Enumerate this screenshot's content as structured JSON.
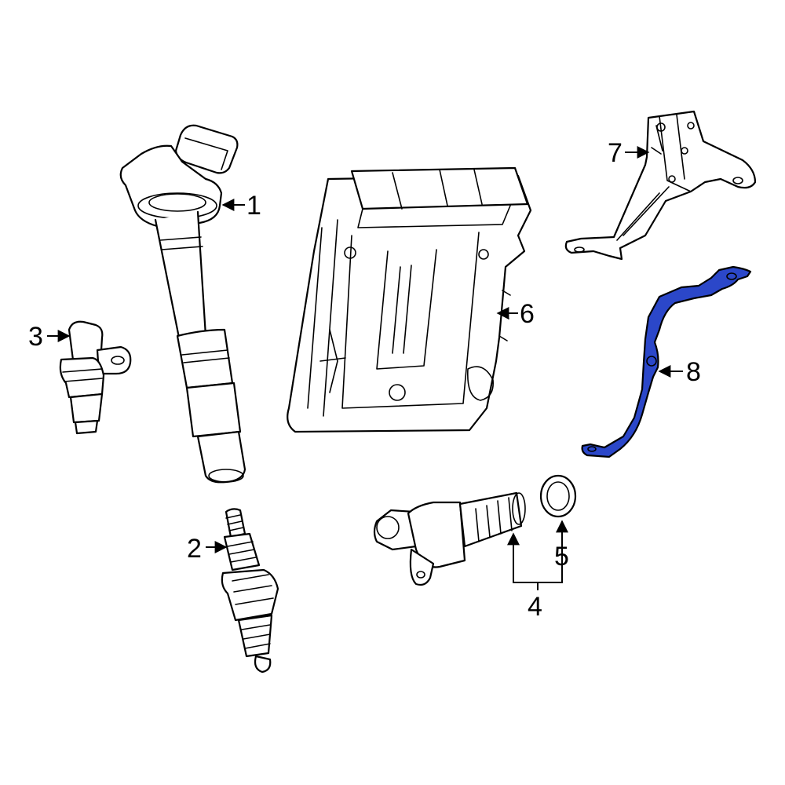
{
  "callouts": [
    {
      "id": "1",
      "label": "1"
    },
    {
      "id": "2",
      "label": "2"
    },
    {
      "id": "3",
      "label": "3"
    },
    {
      "id": "4",
      "label": "4"
    },
    {
      "id": "5",
      "label": "5"
    },
    {
      "id": "6",
      "label": "6"
    },
    {
      "id": "7",
      "label": "7"
    },
    {
      "id": "8",
      "label": "8"
    }
  ],
  "colors": {
    "highlight_fill": "#2b47c9",
    "line": "#000000",
    "background": "#ffffff"
  },
  "highlighted_callout": "8"
}
